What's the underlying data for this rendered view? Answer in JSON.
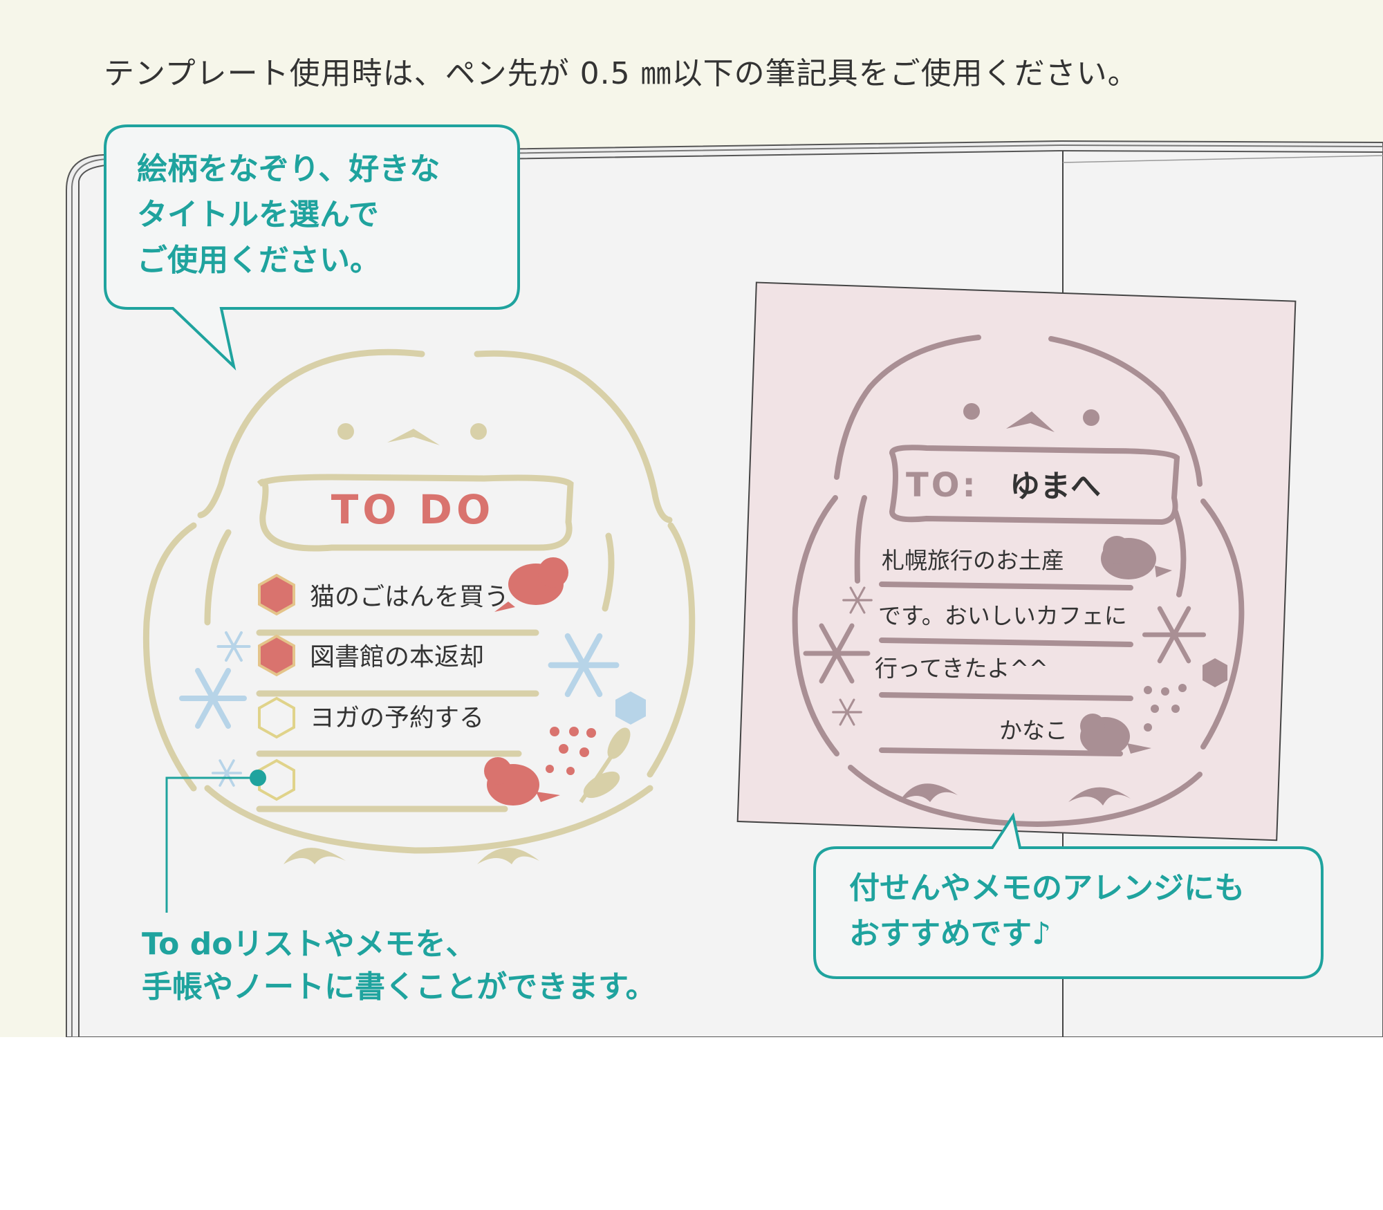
{
  "top_note": "テンプレート使用時は、ペン先が 0.5 ㎜以下の筆記具をご使用ください。",
  "bubble_top": "絵柄をなぞり、好きな\nタイトルを選んで\nご使用ください。",
  "todo": {
    "title": "TO DO",
    "items": [
      "猫のごはんを買う",
      "図書館の本返却",
      "ヨガの予約する"
    ]
  },
  "caption_bottom": "To doリストやメモを、\n手帳やノートに書くことができます。",
  "memo": {
    "to_label": "TO:",
    "to_name": "ゆまへ",
    "lines": [
      "札幌旅行のお土産",
      "です。おいしいカフェに",
      "行ってきたよ^^"
    ],
    "signature": "かなこ"
  },
  "bubble_right": "付せんやメモのアレンジにも\nおすすめです♪",
  "colors": {
    "teal": "#1fa39e",
    "stencil_beige": "#d8d0a8",
    "accent_red": "#d9736e",
    "snow_blue": "#b7d4e8",
    "memo_pink": "#f1e3e5",
    "memo_mauve": "#a98f94",
    "page_bg": "#f6f6ea",
    "notebook": "#f2f2f2"
  }
}
